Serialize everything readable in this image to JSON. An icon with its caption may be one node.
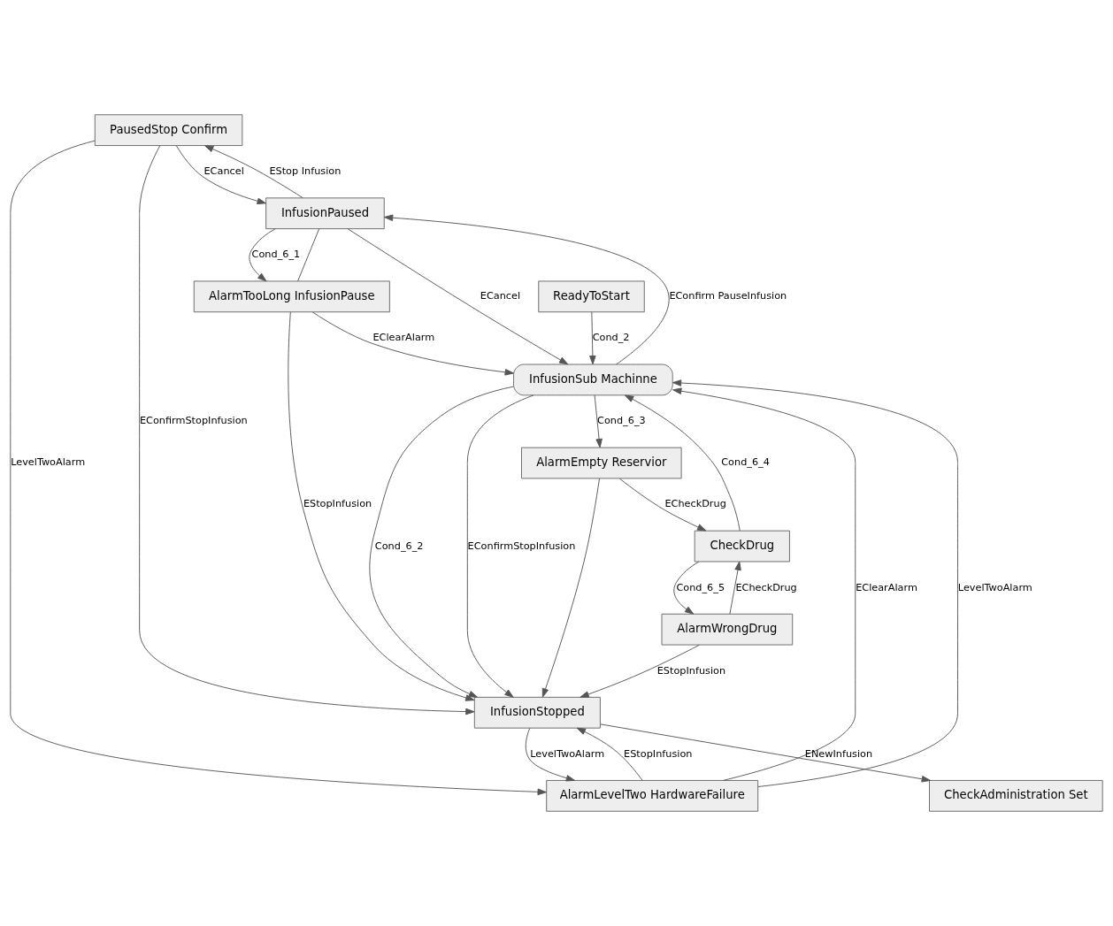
{
  "diagram": {
    "nodes": [
      {
        "text": [
          "PausedStop Confirm"
        ]
      },
      {
        "text": [
          "InfusionPaused"
        ]
      },
      {
        "text": [
          "AlarmTooLong InfusionPause"
        ]
      },
      {
        "text": [
          "AlarmLevelTwo HardwareFailure"
        ]
      },
      {
        "text": [
          "InfusionStopped"
        ]
      },
      {
        "text": [
          "ReadyToStart"
        ]
      },
      {
        "text": [
          "InfusionSub Machinne"
        ]
      },
      {
        "text": [
          "AlarmEmpty Reservior"
        ]
      },
      {
        "text": [
          "CheckDrug"
        ]
      },
      {
        "text": [
          "CheckAdministration Set"
        ]
      },
      {
        "text": [
          "AlarmWrongDrug"
        ]
      }
    ],
    "edges": [
      {
        "from": 0,
        "to": 1,
        "arrow": "to",
        "label": "ECancel"
      },
      {
        "from": 1,
        "to": 0,
        "arrow": "to",
        "label": "EStop Infusion"
      },
      {
        "from": 0,
        "to": 4,
        "arrow": "to",
        "label": "EConfirmStopInfusion"
      },
      {
        "from": 1,
        "to": 2,
        "arrow": "to",
        "label": "Cond_6_1"
      },
      {
        "from": 1,
        "to": 2,
        "arrow": "none"
      },
      {
        "from": 2,
        "to": 4,
        "arrow": "to",
        "label": "EStopInfusion"
      },
      {
        "from": 0,
        "to": 3,
        "arrow": "to",
        "label": "LevelTwoAlarm"
      },
      {
        "from": 1,
        "to": 6,
        "arrow": "to",
        "label": "ECancel"
      },
      {
        "from": 6,
        "to": 1,
        "arrow": "to",
        "label": "EConfirm PauseInfusion"
      },
      {
        "from": 3,
        "to": 6,
        "arrow": "to",
        "label": "EClearAlarm"
      },
      {
        "from": 3,
        "to": 4,
        "arrow": "to",
        "label": "EStopInfusion"
      },
      {
        "from": 4,
        "to": 3,
        "arrow": "to",
        "label": "LevelTwoAlarm"
      },
      {
        "from": 3,
        "to": 6,
        "arrow": "to",
        "label": "LevelTwoAlarm"
      },
      {
        "from": 2,
        "to": 6,
        "arrow": "to",
        "label": "EClearAlarm"
      },
      {
        "from": 5,
        "to": 6,
        "arrow": "to",
        "label": "Cond_2"
      },
      {
        "from": 6,
        "to": 4,
        "arrow": "to",
        "label": "Cond_6_2"
      },
      {
        "from": 6,
        "to": 4,
        "arrow": "to",
        "label": "EConfirmStopInfusion"
      },
      {
        "from": 6,
        "to": 7,
        "arrow": "to",
        "label": "Cond_6_3"
      },
      {
        "from": 8,
        "to": 6,
        "arrow": "to",
        "label": "Cond_6_4"
      },
      {
        "from": 7,
        "to": 8,
        "arrow": "to",
        "label": "ECheckDrug"
      },
      {
        "from": 10,
        "to": 8,
        "arrow": "to",
        "label": "ECheckDrug"
      },
      {
        "from": 8,
        "to": 10,
        "arrow": "to",
        "label": "Cond_6_5"
      },
      {
        "from": 4,
        "to": 9,
        "arrow": "to",
        "label": "ENewInfusion"
      },
      {
        "from": 10,
        "to": 4,
        "arrow": "to",
        "label": "EStopInfusion"
      },
      {
        "from": 7,
        "to": 4,
        "arrow": "to"
      }
    ]
  }
}
